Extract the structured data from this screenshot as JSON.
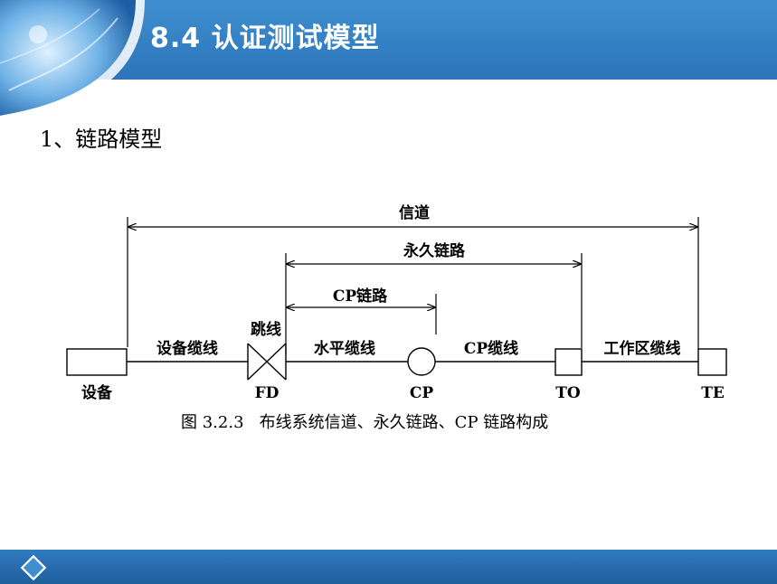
{
  "slide": {
    "title": "8.4 认证测试模型",
    "section_heading": "1、链路模型"
  },
  "colors": {
    "header_blue": "#2c74ba",
    "footer_blue": "#1f5f9e",
    "text_black": "#000000"
  },
  "diagram": {
    "span_labels": {
      "channel": "信道",
      "permanent_link": "永久链路",
      "cp_link": "CP链路"
    },
    "cable_labels": {
      "equipment_cable": "设备缆线",
      "patch_cord": "跳线",
      "horizontal_cable": "水平缆线",
      "cp_cable": "CP缆线",
      "work_area_cable": "工作区缆线"
    },
    "node_labels": {
      "equipment": "设备",
      "fd": "FD",
      "cp": "CP",
      "to": "TO",
      "te": "TE"
    },
    "caption": "图 3.2.3   布线系统信道、永久链路、CP 链路构成"
  },
  "icons": {
    "header_decoration": "abstract-globe-icon",
    "footer_icon": "diamond-icon"
  }
}
